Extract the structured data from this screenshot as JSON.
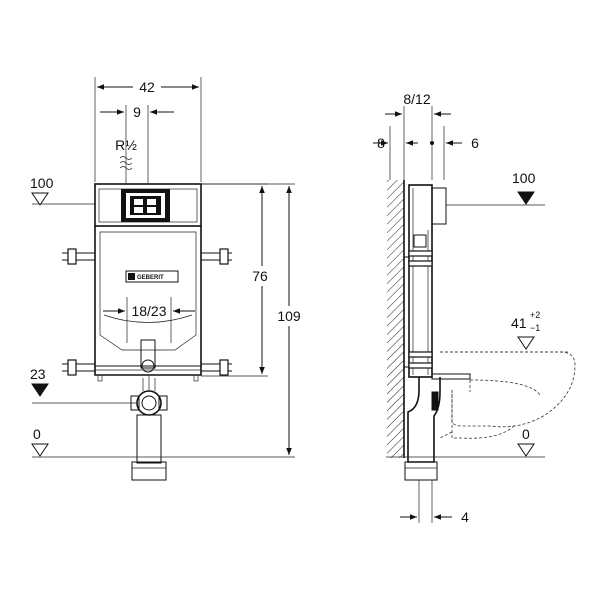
{
  "front_view": {
    "width_label": "42",
    "offset_label": "9",
    "pipe_thread_label": "R½",
    "top_level_label": "100",
    "bottom_level_label": "23",
    "floor_label": "0",
    "frame_height_label": "76",
    "total_height_label": "109",
    "bowl_spacing_label": "18/23",
    "logo_text": "GEBERIT"
  },
  "side_view": {
    "wall_offset_label": "8/12",
    "depth_label": "8",
    "spacing_label": "6",
    "top_level_label": "100",
    "seat_height_label": "41",
    "seat_tol_plus": "+2",
    "seat_tol_minus": "−1",
    "floor_label": "0",
    "pipe_label": "4"
  }
}
